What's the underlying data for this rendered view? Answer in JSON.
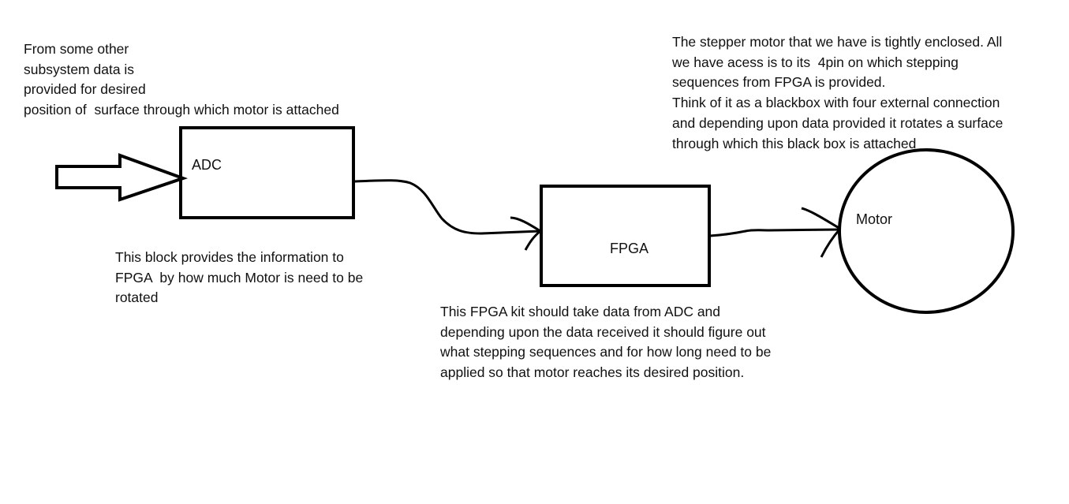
{
  "diagram": {
    "blocks": {
      "adc": {
        "label": "ADC"
      },
      "fpga": {
        "label": "FPGA"
      },
      "motor": {
        "label": "Motor"
      }
    },
    "notes": {
      "input": "From some other\nsubsystem data is\nprovided for desired\nposition of  surface through which motor is attached",
      "motor": "The stepper motor that we have is tightly enclosed. All\nwe have acess is to its  4pin on which stepping\nsequences from FPGA is provided.\nThink of it as a blackbox with four external connection\nand depending upon data provided it rotates a surface\nthrough which this black box is attached",
      "adc": "This block provides the information to\nFPGA  by how much Motor is need to be\nrotated",
      "fpga": "This FPGA kit should take data from ADC and\ndepending upon the data received it should figure out\nwhat stepping sequences and for how long need to be\napplied so that motor reaches its desired position."
    },
    "connections": [
      {
        "from": "external-input",
        "to": "adc",
        "style": "block-arrow"
      },
      {
        "from": "adc",
        "to": "fpga",
        "style": "curved-arrow"
      },
      {
        "from": "fpga",
        "to": "motor",
        "style": "arrow"
      }
    ],
    "colors": {
      "stroke": "#000000",
      "background": "#ffffff",
      "text": "#111111"
    }
  }
}
